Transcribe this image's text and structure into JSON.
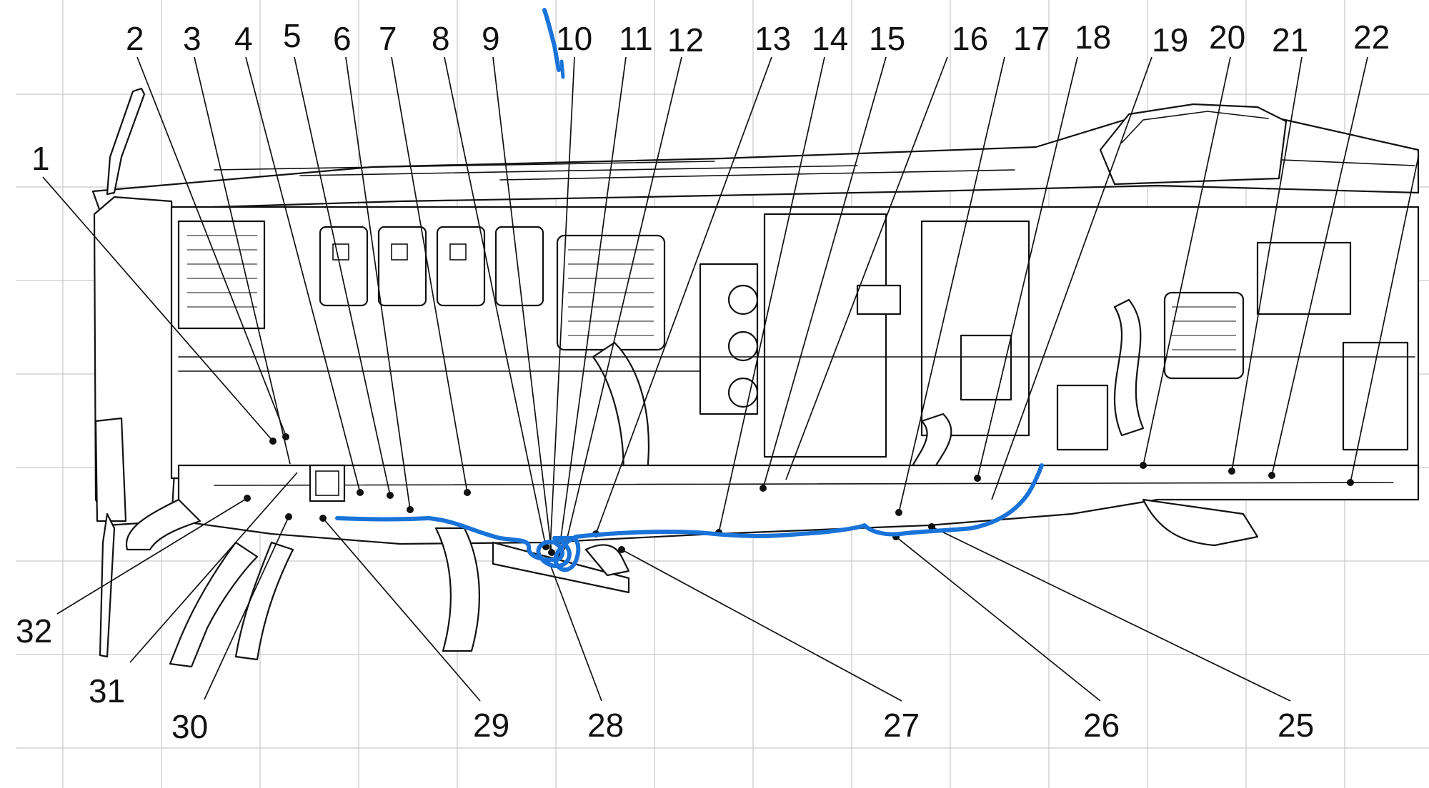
{
  "diagram": {
    "callouts_top": [
      "2",
      "3",
      "4",
      "5",
      "6",
      "7",
      "8",
      "9",
      "10",
      "11",
      "12",
      "13",
      "14",
      "15",
      "16",
      "17",
      "18",
      "19",
      "20",
      "21",
      "22"
    ],
    "callout_left": "1",
    "callouts_bottom": [
      "32",
      "31",
      "30",
      "29",
      "28",
      "27",
      "26",
      "25"
    ],
    "annotation_color": "#1a73d9",
    "line_color": "#111111",
    "grid_color": "#c9c9c9"
  }
}
